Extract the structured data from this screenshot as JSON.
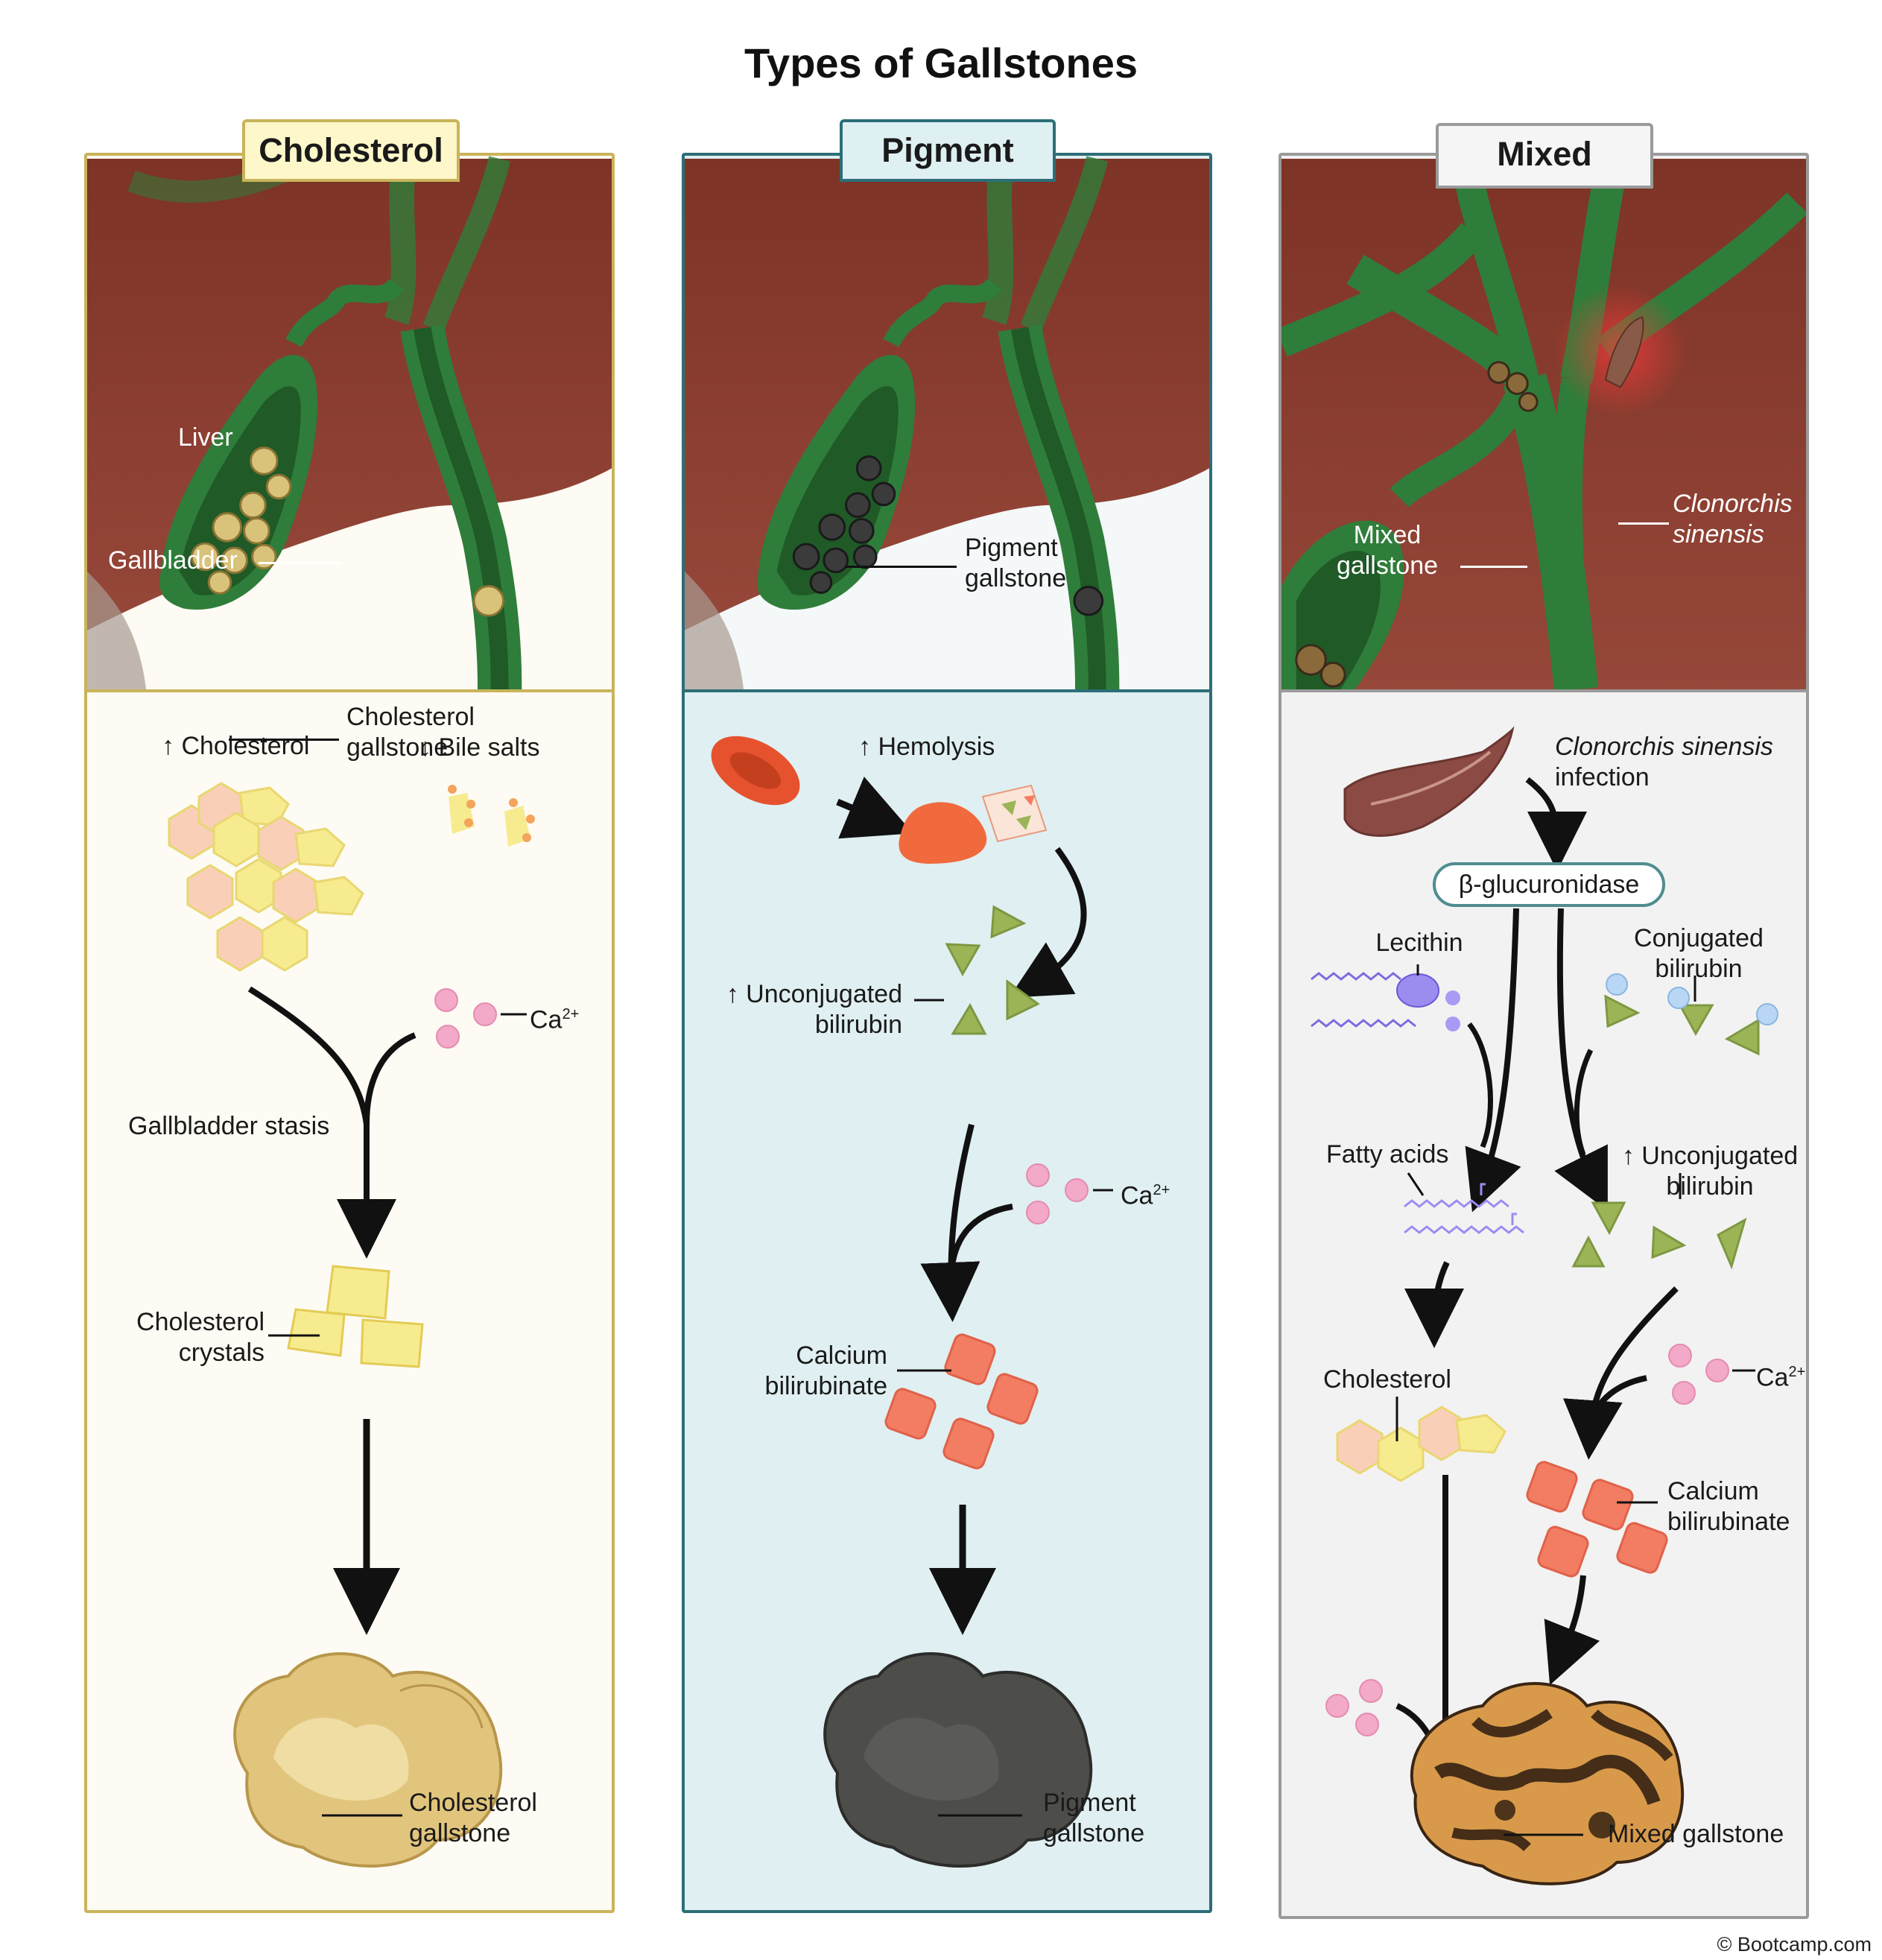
{
  "title": "Types of Gallstones",
  "copyright": "© Bootcamp.com",
  "colors": {
    "cholesterol_border": "#c9b45a",
    "pigment_border": "#2c6e78",
    "mixed_border": "#9a9a9a",
    "liver": "#8b3b2c",
    "bile_duct": "#2f7d3a",
    "cholesterol_hexagon": "#f7eb8f",
    "cholesterol_hexagon_alt": "#f9cfb8",
    "bilirubin_triangle": "#9bb556",
    "calcium_bilirubinate": "#f27d62",
    "calcium_ion": "#f3a9c8",
    "rbc": "#e5522d"
  },
  "cholesterol": {
    "tab": "Cholesterol",
    "liver_label": "Liver",
    "gallbladder_label": "Gallbladder",
    "stone_top_label_1": "Cholesterol",
    "stone_top_label_2": "gallstone",
    "increased_cholesterol": "↑ Cholesterol",
    "decreased_bile_salts": "↓ Bile salts",
    "ca": "Ca",
    "ca_sup": "2+",
    "stasis": "Gallbladder stasis",
    "crystals_1": "Cholesterol",
    "crystals_2": "crystals",
    "final_1": "Cholesterol",
    "final_2": "gallstone"
  },
  "pigment": {
    "tab": "Pigment",
    "stone_top_label_1": "Pigment",
    "stone_top_label_2": "gallstone",
    "hemolysis": "↑ Hemolysis",
    "unconj_1": "↑ Unconjugated",
    "unconj_2": "bilirubin",
    "ca": "Ca",
    "ca_sup": "2+",
    "calbil_1": "Calcium",
    "calbil_2": "bilirubinate",
    "final_1": "Pigment",
    "final_2": "gallstone"
  },
  "mixed": {
    "tab": "Mixed",
    "stone_top_label_1": "Mixed",
    "stone_top_label_2": "gallstone",
    "parasite_1": "Clonorchis",
    "parasite_2": "sinensis",
    "infection_1": "Clonorchis sinensis",
    "infection_2": "infection",
    "enzyme": "β-glucuronidase",
    "lecithin": "Lecithin",
    "conj_1": "Conjugated",
    "conj_2": "bilirubin",
    "fatty_acids": "Fatty acids",
    "unconj_1": "↑ Unconjugated",
    "unconj_2": "bilirubin",
    "cholesterol": "Cholesterol",
    "ca": "Ca",
    "ca_sup": "2+",
    "calbil_1": "Calcium",
    "calbil_2": "bilirubinate",
    "final": "Mixed gallstone"
  }
}
